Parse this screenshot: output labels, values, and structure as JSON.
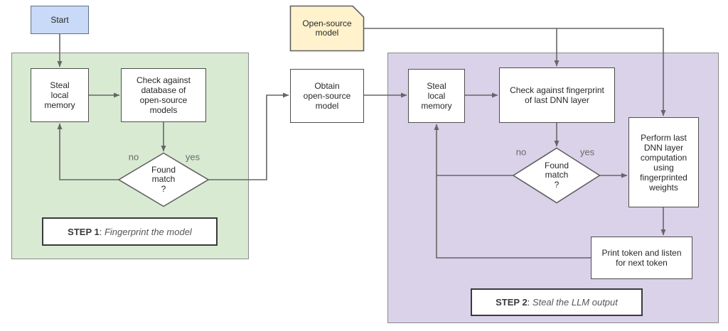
{
  "colors": {
    "start_fill": "#c9daf8",
    "note_fill": "#fff2cc",
    "step1_fill": "#d9ead3",
    "step2_fill": "#d9d2e9",
    "line": "#666666"
  },
  "start": {
    "label": "Start"
  },
  "note": {
    "label": "Open-source\nmodel"
  },
  "middle": {
    "obtain_label": "Obtain\nopen-source\nmodel"
  },
  "step1": {
    "steal_memory_label": "Steal\nlocal\nmemory",
    "check_database_label": "Check against\ndatabase of\nopen-source\nmodels",
    "decision_label": "Found\nmatch\n?",
    "no_label": "no",
    "yes_label": "yes",
    "caption_bold": "STEP 1",
    "caption_colon": ": ",
    "caption_italic": "Fingerprint the model"
  },
  "step2": {
    "steal_memory_label": "Steal\nlocal\nmemory",
    "check_fingerprint_label": "Check against fingerprint\nof last DNN layer",
    "decision_label": "Found\nmatch\n?",
    "no_label": "no",
    "yes_label": "yes",
    "perform_label": "Perform last\nDNN layer\ncomputation\nusing\nfingerprinted\nweights",
    "print_token_label": "Print token and listen\nfor next token",
    "caption_bold": "STEP 2",
    "caption_colon": ": ",
    "caption_italic": "Steal the LLM output"
  }
}
